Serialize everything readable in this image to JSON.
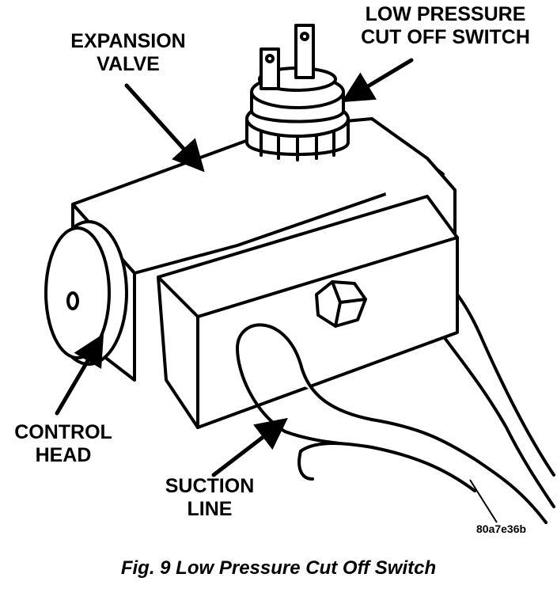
{
  "labels": {
    "expansion_valve": [
      "EXPANSION",
      "VALVE"
    ],
    "low_pressure_switch": [
      "LOW PRESSURE",
      "CUT OFF SWITCH"
    ],
    "control_head": [
      "CONTROL",
      "HEAD"
    ],
    "suction_line": [
      "SUCTION",
      "LINE"
    ]
  },
  "reference_code": "80a7e36b",
  "caption": "Fig. 9 Low Pressure Cut Off Switch"
}
